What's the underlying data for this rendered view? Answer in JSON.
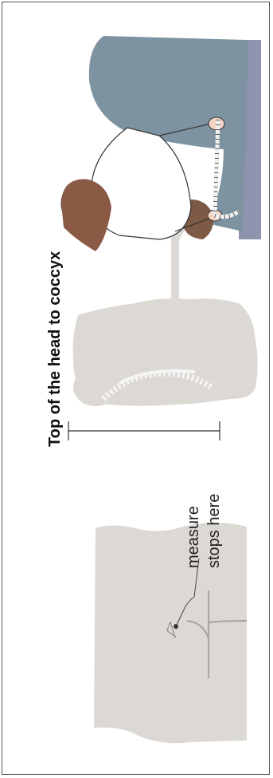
{
  "title": "Top of the head to coccyx",
  "annotation": {
    "line1": "measure",
    "line2": "stops here"
  },
  "colors": {
    "silhouette": "#dcd8d3",
    "skeleton_bg": "#cfcbc6",
    "bed": "#7d93a1",
    "floor": "#8f93ad",
    "skin": "#f3d4c5",
    "hair": "#8a5a45",
    "tape": "#f2f2f2"
  },
  "icons": [
    "anatomy-back-illustration",
    "skeleton-illustration",
    "nurse-measuring-illustration",
    "measuring-tape-icon"
  ]
}
